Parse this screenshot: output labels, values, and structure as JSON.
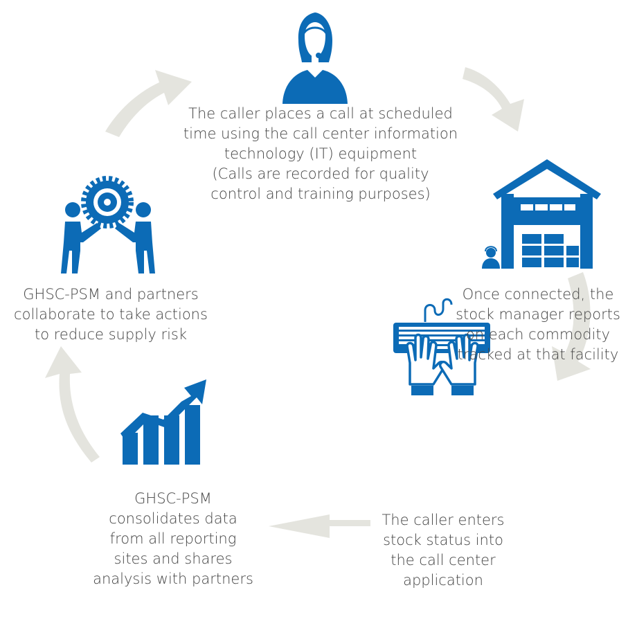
{
  "colors": {
    "icon_blue": "#0c6bb6",
    "arrow_gray": "#e4e4de",
    "text_gray": "#444444"
  },
  "steps": [
    {
      "icon": "call-center-agent-icon",
      "text": "The caller places a call at scheduled\ntime using the call center information\ntechnology (IT) equipment\n(Calls are recorded for quality\ncontrol and training purposes)"
    },
    {
      "icon": "warehouse-icon",
      "text": "Once connected, the\nstock manager reports\non each commodity\ntracked at that facility"
    },
    {
      "icon": "keyboard-typing-icon",
      "text": "The caller enters\nstock status into\nthe call center\napplication"
    },
    {
      "icon": "growth-chart-icon",
      "text": "GHSC-PSM\nconsolidates data\nfrom all reporting\nsites and shares\nanalysis with partners"
    },
    {
      "icon": "collaboration-gear-icon",
      "text": "GHSC-PSM and partners\ncollaborate to take actions\nto reduce supply risk"
    }
  ]
}
